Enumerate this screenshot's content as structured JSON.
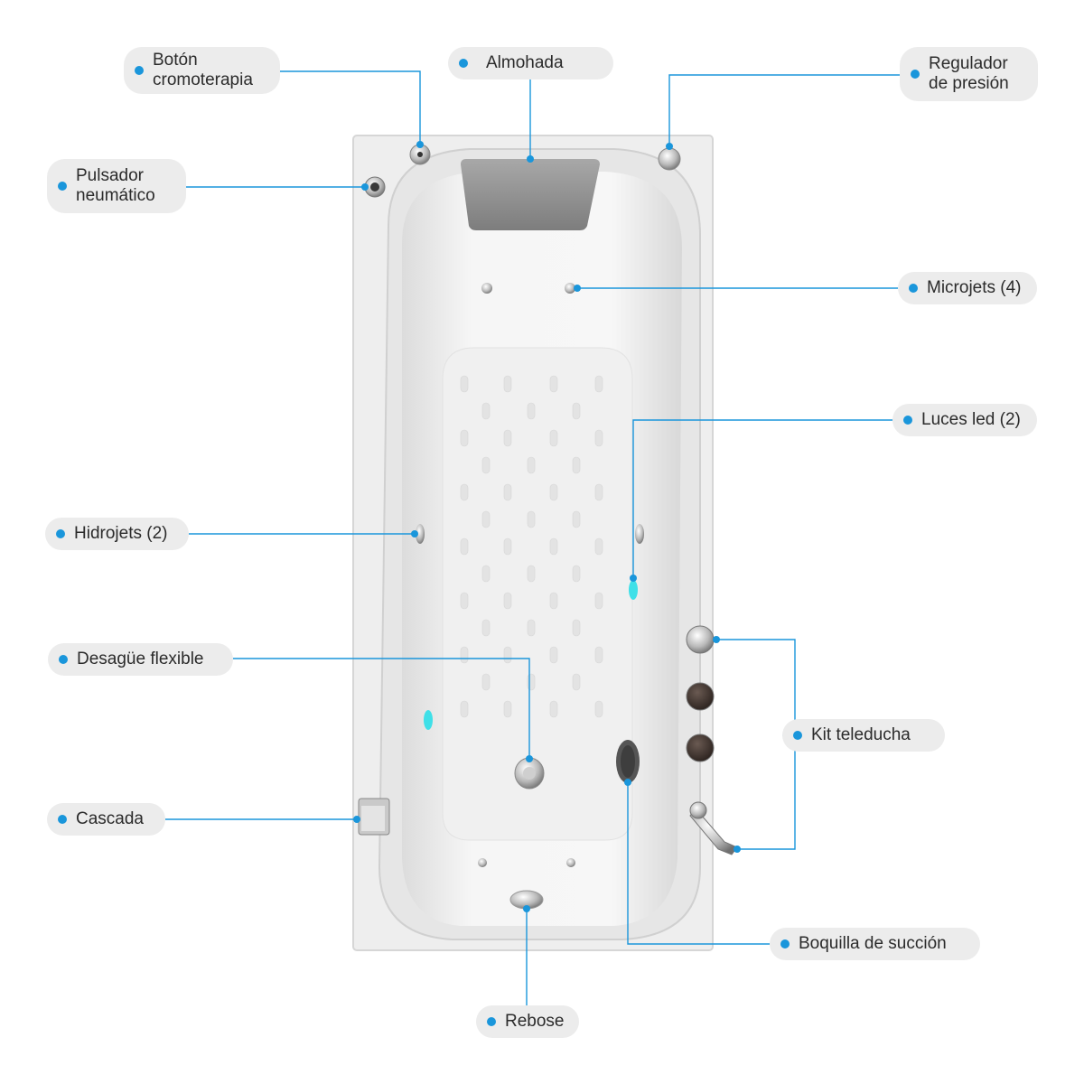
{
  "labels": {
    "boton_cromoterapia": [
      "Botón",
      "cromoterapia"
    ],
    "almohada": "Almohada",
    "regulador_presion": [
      "Regulador",
      "de presión"
    ],
    "pulsador_neumatico": [
      "Pulsador",
      "neumático"
    ],
    "microjets": "Microjets (4)",
    "luces_led": "Luces led (2)",
    "hidrojets": "Hidrojets (2)",
    "desague_flexible": "Desagüe flexible",
    "kit_teleducha": "Kit teleducha",
    "cascada": "Cascada",
    "boquilla_succion": "Boquilla de succión",
    "rebose": "Rebose"
  },
  "colors": {
    "accent": "#1a96db",
    "pill_bg": "#ececec",
    "tub_white": "#f1f1f1",
    "pillow": "#8c8c8c",
    "led": "#3fe0e8"
  }
}
